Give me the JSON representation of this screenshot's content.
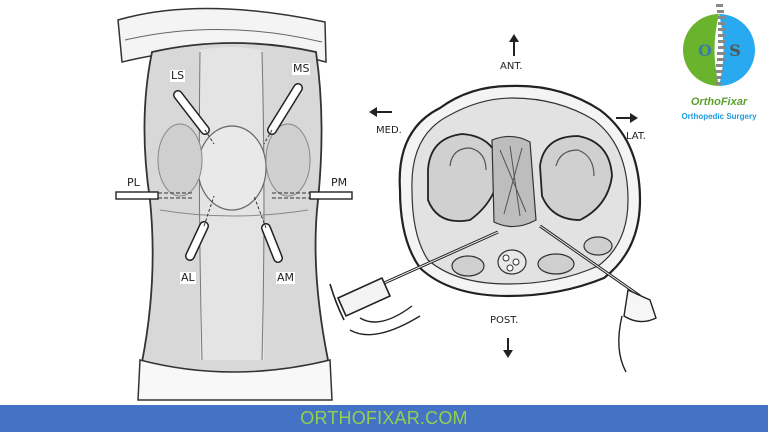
{
  "figure": {
    "left_panel": {
      "description": "Anterior view of knee with arthroscopic portal sites",
      "portal_labels": [
        "LS",
        "MS",
        "PL",
        "PM",
        "AL",
        "AM"
      ]
    },
    "right_panel": {
      "description": "Axial cross-section of knee joint with instruments",
      "orientation_labels": {
        "anterior": "ANT.",
        "posterior": "POST.",
        "medial": "MED.",
        "lateral": "LAT."
      }
    }
  },
  "logo": {
    "letters": [
      "O",
      "S"
    ],
    "title": "OrthoFixar",
    "subtitle": "Orthopedic Surgery",
    "colors": {
      "green": "#6ab42d",
      "blue": "#29a9f0"
    }
  },
  "footer": {
    "text": "ORTHOFIXAR.COM",
    "background": "#4472c4",
    "text_color": "#92d050"
  }
}
